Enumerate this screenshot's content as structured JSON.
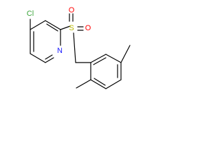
{
  "colors": {
    "bond": "#000000",
    "carbon": "#000000",
    "chlorine": "#3aa43a",
    "sulfur": "#b8b800",
    "oxygen": "#ff0000",
    "nitrogen": "#2020ff"
  },
  "atoms": {
    "chlorine": "Cl",
    "sulfur": "S",
    "oxygen_top": "O",
    "oxygen_right": "O",
    "nitrogen": "N"
  }
}
